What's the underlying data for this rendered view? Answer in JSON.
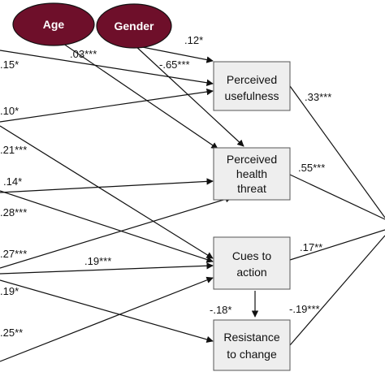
{
  "diagram": {
    "ovals": {
      "age": "Age",
      "gender": "Gender"
    },
    "boxes": {
      "perceived_usefulness": [
        "Perceived",
        "usefulness"
      ],
      "perceived_health_threat": [
        "Perceived",
        "health",
        "threat"
      ],
      "cues_to_action": [
        "Cues to",
        "action"
      ],
      "resistance_to_change": [
        "Resistance",
        "to change"
      ]
    },
    "coefficients": {
      "left_15": ".15*",
      "age_threat": ".03***",
      "gender_usefulness": ".12*",
      "gender_threat": "-.65***",
      "usefulness_out": ".33***",
      "left_10": ".10*",
      "left_21": ".21***",
      "threat_out": ".55***",
      "left_14": ".14*",
      "left_28": ".28***",
      "left_27": ".27***",
      "cues_mid": ".19***",
      "cues_out": ".17**",
      "left_19": ".19*",
      "cues_resistance": "-.18*",
      "resistance_out": "-.19***",
      "left_25": ".25**"
    },
    "colors": {
      "oval_fill": "#6e0f2a",
      "box_fill": "#eeeeee",
      "line": "#111111"
    }
  }
}
